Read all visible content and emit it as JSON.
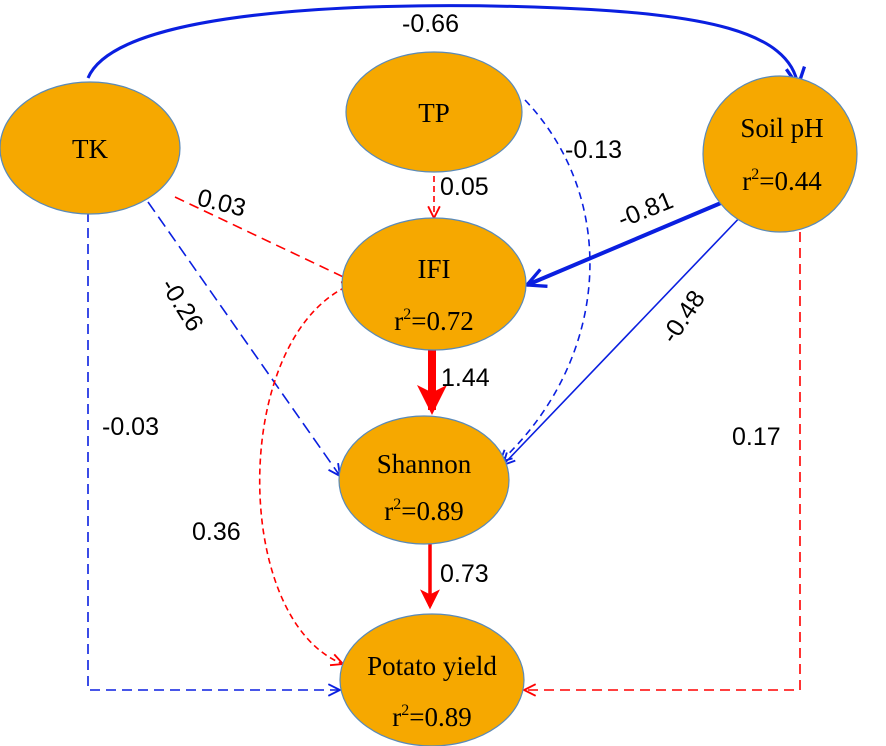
{
  "colors": {
    "node_fill": "#F6A800",
    "positive": "#FF0000",
    "negative": "#0A1FE0"
  },
  "nodes": {
    "tk": {
      "label": "TK"
    },
    "tp": {
      "label": "TP"
    },
    "soil_ph": {
      "label": "Soil pH",
      "r2_prefix": "r",
      "r2_sup": "2",
      "r2_value": "=0.44"
    },
    "ifi": {
      "label": "IFI",
      "r2_prefix": "r",
      "r2_sup": "2",
      "r2_value": "=0.72"
    },
    "shannon": {
      "label": "Shannon",
      "r2_prefix": "r",
      "r2_sup": "2",
      "r2_value": "=0.89"
    },
    "potato_yield": {
      "label": "Potato yield",
      "r2_prefix": "r",
      "r2_sup": "2",
      "r2_value": "=0.89"
    }
  },
  "paths": {
    "tk_soil_ph": "-0.66",
    "tp_shannon": "-0.13",
    "tp_ifi": "0.05",
    "tk_ifi": "0.03",
    "soil_ph_ifi": "-0.81",
    "tk_shannon": "-0.26",
    "soil_ph_shannon": "-0.48",
    "ifi_shannon": "1.44",
    "tk_potato_yield": "-0.03",
    "soil_ph_potato_yield": "0.17",
    "ifi_potato_yield": "0.36",
    "shannon_potato_yield": "0.73"
  }
}
